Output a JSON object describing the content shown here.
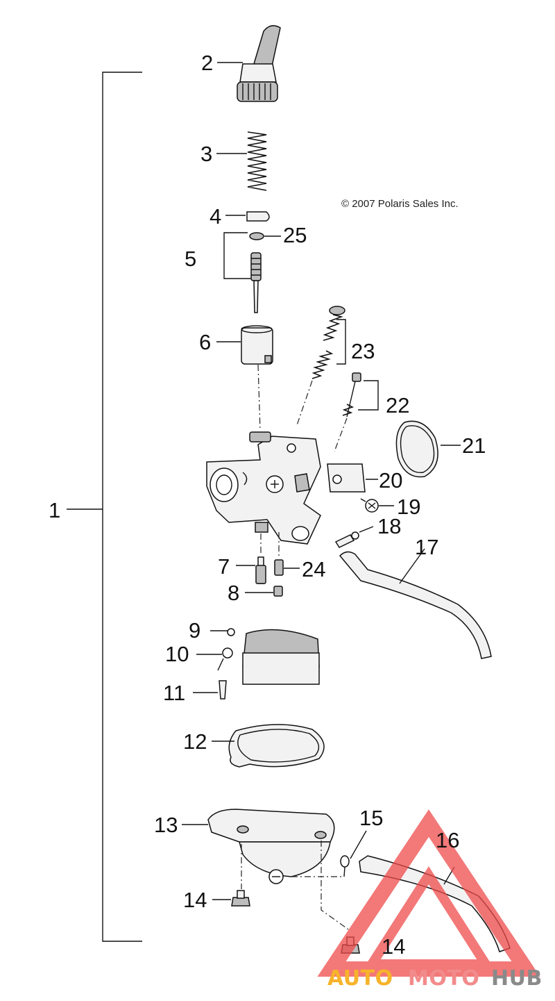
{
  "copyright": "© 2007 Polaris Sales Inc.",
  "watermark": {
    "part1": "AUTO",
    "part2": "MOTO",
    "part3": "HUB",
    "colors": {
      "auto": "#f7b32b",
      "moto": "#f28b8b",
      "hub": "#8a8a8a",
      "triangle": "#ef4b4b"
    }
  },
  "callouts": {
    "c1": "1",
    "c2": "2",
    "c3": "3",
    "c4": "4",
    "c5": "5",
    "c6": "6",
    "c7": "7",
    "c8": "8",
    "c9": "9",
    "c10": "10",
    "c11": "11",
    "c12": "12",
    "c13": "13",
    "c14a": "14",
    "c14b": "14",
    "c15": "15",
    "c16": "16",
    "c17": "17",
    "c18": "18",
    "c19": "19",
    "c20": "20",
    "c21": "21",
    "c22": "22",
    "c23": "23",
    "c24": "24",
    "c25": "25"
  }
}
